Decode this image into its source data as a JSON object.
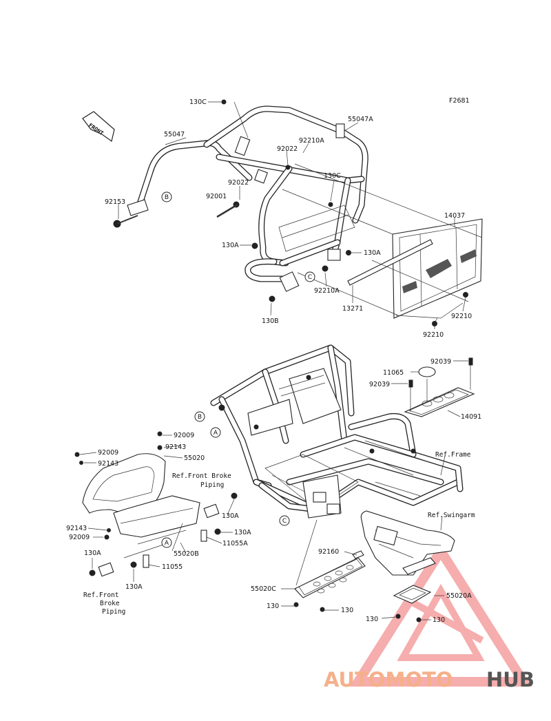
{
  "figure_code": "F2681",
  "front_label": "FRONT",
  "callouts": {
    "A": "A",
    "B": "B",
    "C": "C"
  },
  "parts": [
    {
      "id": "130C_top",
      "text": "130C"
    },
    {
      "id": "55047A",
      "text": "55047A"
    },
    {
      "id": "55047",
      "text": "55047"
    },
    {
      "id": "92210A_top",
      "text": "92210A"
    },
    {
      "id": "92022_a",
      "text": "92022"
    },
    {
      "id": "92022_b",
      "text": "92022"
    },
    {
      "id": "130C_mid",
      "text": "130C"
    },
    {
      "id": "92153",
      "text": "92153"
    },
    {
      "id": "92001",
      "text": "92001"
    },
    {
      "id": "14037",
      "text": "14037"
    },
    {
      "id": "130A_a",
      "text": "130A"
    },
    {
      "id": "130A_b",
      "text": "130A"
    },
    {
      "id": "92210A_bot",
      "text": "92210A"
    },
    {
      "id": "13271",
      "text": "13271"
    },
    {
      "id": "92210_a",
      "text": "92210"
    },
    {
      "id": "130B",
      "text": "130B"
    },
    {
      "id": "92210_b",
      "text": "92210"
    },
    {
      "id": "92039_a",
      "text": "92039"
    },
    {
      "id": "11065",
      "text": "11065"
    },
    {
      "id": "92039_b",
      "text": "92039"
    },
    {
      "id": "14091",
      "text": "14091"
    },
    {
      "id": "92009_a",
      "text": "92009"
    },
    {
      "id": "92143_a",
      "text": "92143"
    },
    {
      "id": "92009_b",
      "text": "92009"
    },
    {
      "id": "55020",
      "text": "55020"
    },
    {
      "id": "92143_b",
      "text": "92143"
    },
    {
      "id": "130A_c",
      "text": "130A"
    },
    {
      "id": "92143_c",
      "text": "92143"
    },
    {
      "id": "130A_d",
      "text": "130A"
    },
    {
      "id": "92009_c",
      "text": "92009"
    },
    {
      "id": "11055A",
      "text": "11055A"
    },
    {
      "id": "55020B",
      "text": "55020B"
    },
    {
      "id": "130A_e",
      "text": "130A"
    },
    {
      "id": "11055",
      "text": "11055"
    },
    {
      "id": "130A_f",
      "text": "130A"
    },
    {
      "id": "92160",
      "text": "92160"
    },
    {
      "id": "55020C",
      "text": "55020C"
    },
    {
      "id": "130_a",
      "text": "130"
    },
    {
      "id": "130_b",
      "text": "130"
    },
    {
      "id": "55020A",
      "text": "55020A"
    },
    {
      "id": "130_c",
      "text": "130"
    },
    {
      "id": "130_d",
      "text": "130"
    }
  ],
  "references": {
    "frame": "Ref.Frame",
    "swingarm": "Ref.Swingarm",
    "brake_top_l1": "Ref.Front Broke",
    "brake_top_l2": "Piping",
    "brake_bot_l1": "Ref.Front",
    "brake_bot_l2": "Broke",
    "brake_bot_l3": "Piping"
  },
  "watermark": {
    "part1": "AUTOMOTO",
    "part2": "HUB",
    "color1": "#f5b08a",
    "color2": "#555555",
    "triangle_color": "#f29a9a"
  }
}
